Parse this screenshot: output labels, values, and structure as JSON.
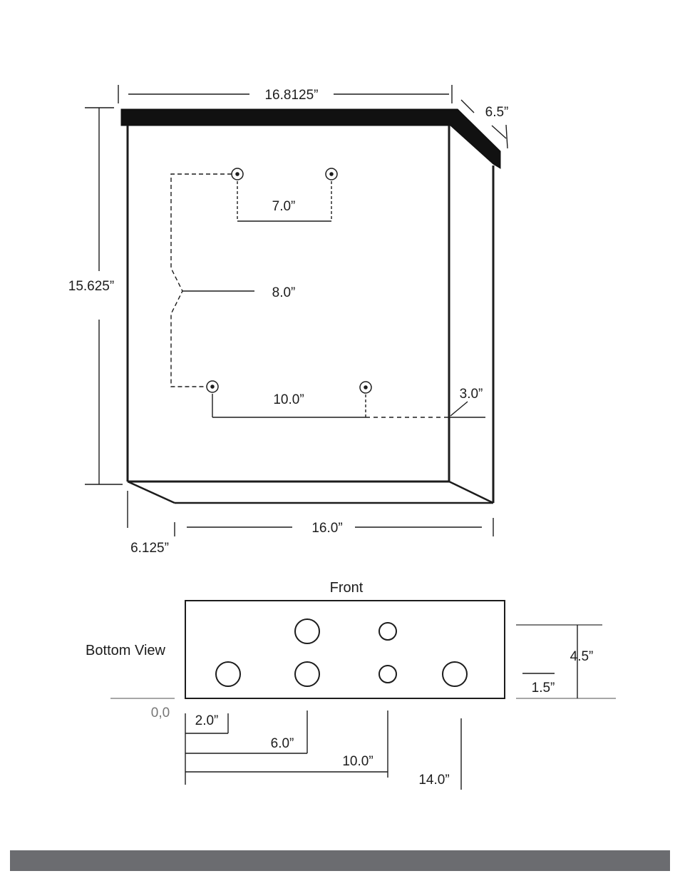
{
  "colors": {
    "line": "#1c1c1c",
    "label": "#1c1c1c",
    "guide": "#8a8a8a",
    "footer_bar": "#6b6c70"
  },
  "front_view": {
    "top_width": "16.8125”",
    "top_depth": "6.5”",
    "height": "15.625”",
    "top_holes_spacing": "7.0”",
    "vertical_holes_spacing": "8.0”",
    "bottom_holes_spacing": "10.0”",
    "side_offset": "3.0”",
    "bottom_width": "16.0”",
    "bottom_depth": "6.125”"
  },
  "bottom_view": {
    "front_label": "Front",
    "title": "Bottom View",
    "origin": "0,0",
    "depth": "4.5”",
    "row_offset": "1.5”",
    "offsets": [
      "2.0”",
      "6.0”",
      "10.0”",
      "14.0”"
    ]
  }
}
